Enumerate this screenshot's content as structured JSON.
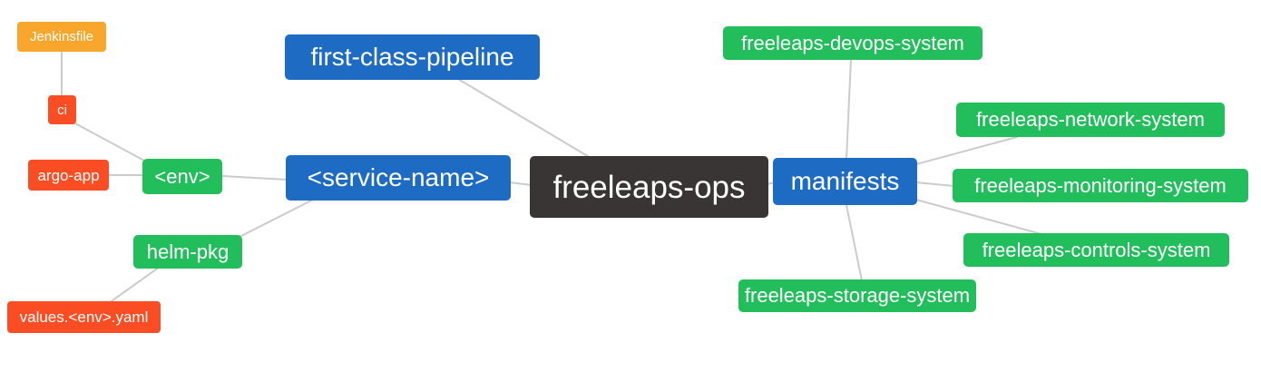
{
  "diagram": {
    "type": "mindmap",
    "root": "freeleaps-ops"
  },
  "colors": {
    "orange": "#f9a62c",
    "red": "#fa4d24",
    "green": "#22be5c",
    "blue": "#1e6bc4",
    "dark": "#3a3535",
    "edge": "#cbcbcb",
    "background": "#ffffff"
  },
  "nodes": {
    "jenkinsfile": {
      "label": "Jenkinsfile",
      "color": "orange"
    },
    "ci": {
      "label": "ci",
      "color": "red"
    },
    "argo_app": {
      "label": "argo-app",
      "color": "red"
    },
    "env": {
      "label": "<env>",
      "color": "green"
    },
    "service_name": {
      "label": "<service-name>",
      "color": "blue"
    },
    "first_class_pipeline": {
      "label": "first-class-pipeline",
      "color": "blue"
    },
    "freeleaps_ops": {
      "label": "freeleaps-ops",
      "color": "dark"
    },
    "manifests": {
      "label": "manifests",
      "color": "blue"
    },
    "devops_system": {
      "label": "freeleaps-devops-system",
      "color": "green"
    },
    "network_system": {
      "label": "freeleaps-network-system",
      "color": "green"
    },
    "monitoring_system": {
      "label": "freeleaps-monitoring-system",
      "color": "green"
    },
    "controls_system": {
      "label": "freeleaps-controls-system",
      "color": "green"
    },
    "storage_system": {
      "label": "freeleaps-storage-system",
      "color": "green"
    },
    "helm_pkg": {
      "label": "helm-pkg",
      "color": "green"
    },
    "values_env_yaml": {
      "label": "values.<env>.yaml",
      "color": "red"
    }
  },
  "edges": [
    {
      "from": "jenkinsfile",
      "to": "ci"
    },
    {
      "from": "ci",
      "to": "env"
    },
    {
      "from": "argo_app",
      "to": "env"
    },
    {
      "from": "env",
      "to": "service_name"
    },
    {
      "from": "service_name",
      "to": "freeleaps_ops"
    },
    {
      "from": "first_class_pipeline",
      "to": "freeleaps_ops"
    },
    {
      "from": "freeleaps_ops",
      "to": "manifests"
    },
    {
      "from": "manifests",
      "to": "devops_system"
    },
    {
      "from": "manifests",
      "to": "network_system"
    },
    {
      "from": "manifests",
      "to": "monitoring_system"
    },
    {
      "from": "manifests",
      "to": "controls_system"
    },
    {
      "from": "manifests",
      "to": "storage_system"
    },
    {
      "from": "service_name",
      "to": "helm_pkg"
    },
    {
      "from": "helm_pkg",
      "to": "values_env_yaml"
    }
  ]
}
